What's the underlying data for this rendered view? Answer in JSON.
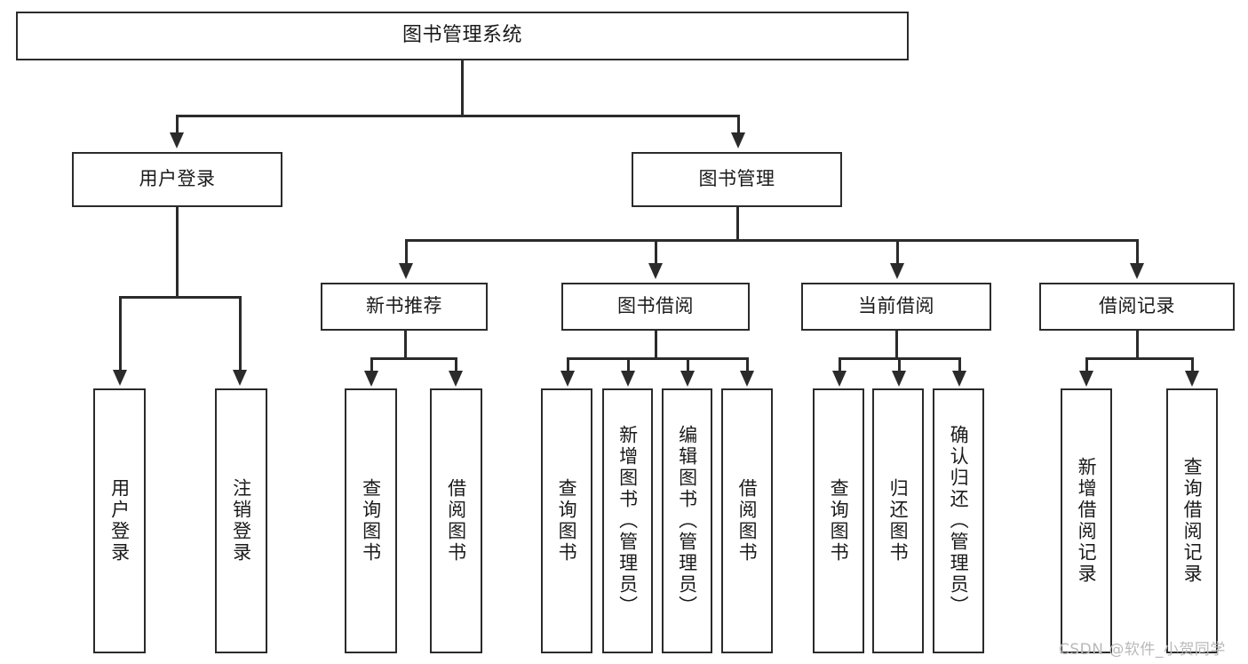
{
  "diagram": {
    "title": "图书管理系统",
    "watermark": "CSDN @软件_小贺同学",
    "accent_color": "#2b2b2b",
    "background_color": "#ffffff",
    "type": "tree-hierarchy-diagram",
    "levels": 4
  },
  "nodes": {
    "root": {
      "label": "图书管理系统"
    },
    "level2": [
      {
        "label": "用户登录"
      },
      {
        "label": "图书管理"
      }
    ],
    "level3": [
      {
        "label": "新书推荐"
      },
      {
        "label": "图书借阅"
      },
      {
        "label": "当前借阅"
      },
      {
        "label": "借阅记录"
      }
    ],
    "leaves": {
      "user_login": [
        {
          "label": "用户登录"
        },
        {
          "label": "注销登录"
        }
      ],
      "new_book_recommend": [
        {
          "label": "查询图书"
        },
        {
          "label": "借阅图书"
        }
      ],
      "book_borrow": [
        {
          "label": "查询图书"
        },
        {
          "label": "新增图书（管理员）"
        },
        {
          "label": "编辑图书（管理员）"
        },
        {
          "label": "借阅图书"
        }
      ],
      "current_borrow": [
        {
          "label": "查询图书"
        },
        {
          "label": "归还图书"
        },
        {
          "label": "确认归还（管理员）"
        }
      ],
      "borrow_record": [
        {
          "label": "新增借阅记录"
        },
        {
          "label": "查询借阅记录"
        }
      ]
    }
  }
}
